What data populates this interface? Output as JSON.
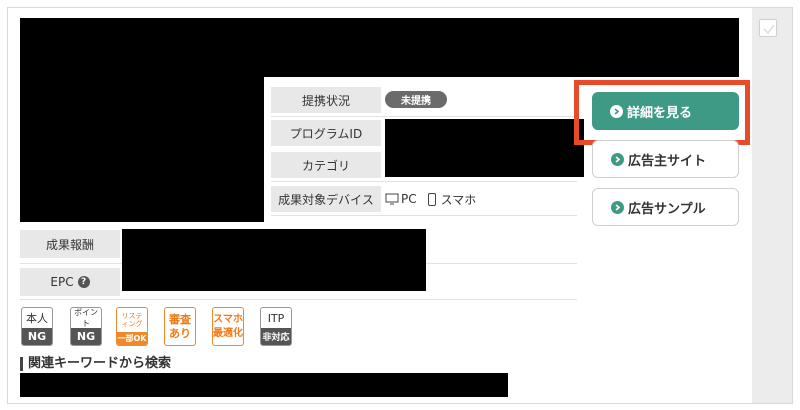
{
  "details": {
    "status_label": "提携状況",
    "status_value": "未提携",
    "program_label": "プログラムID",
    "category_label": "カテゴリ",
    "device_label": "成果対象デバイス",
    "device_pc": "PC",
    "device_mobile": "スマホ"
  },
  "stats": {
    "reward_label": "成果報酬",
    "epc_label": "EPC"
  },
  "actions": {
    "detail": "詳細を見る",
    "advertiser_site": "広告主サイト",
    "ad_sample": "広告サンプル"
  },
  "tags": [
    {
      "top": "本人",
      "bottom": "NG"
    },
    {
      "top": "ポイント",
      "bottom": "NG"
    },
    {
      "top": "リスティング",
      "bottom": "一部OK"
    },
    {
      "line1": "審査",
      "line2": "あり"
    },
    {
      "line1": "スマホ",
      "line2": "最適化"
    },
    {
      "top": "ITP",
      "bottom": "非対応"
    }
  ],
  "keyword_search": {
    "title": "関連キーワードから検索"
  },
  "colors": {
    "accent": "#3f9a85",
    "highlight": "#e84b2a",
    "orange": "#f0882c"
  }
}
